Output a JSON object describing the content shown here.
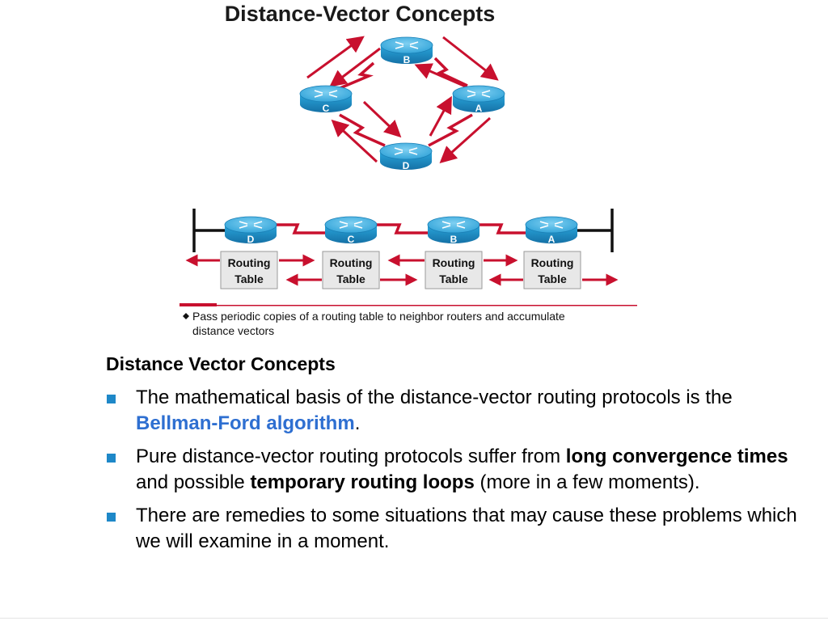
{
  "figure": {
    "title": "Distance-Vector Concepts",
    "mesh_routers": [
      "B",
      "C",
      "A",
      "D"
    ],
    "chain_routers": [
      "D",
      "C",
      "B",
      "A"
    ],
    "routing_table_line1": "Routing",
    "routing_table_line2": "Table",
    "caption_line1": "Pass periodic copies of a routing table to neighbor routers and accumulate",
    "caption_line2": "distance vectors"
  },
  "notes": {
    "heading": "Distance Vector Concepts",
    "bullet1": {
      "text_a": "The mathematical basis of the distance-vector routing protocols is the ",
      "highlight": "Bellman-Ford algorithm",
      "text_b": "."
    },
    "bullet2": {
      "text_a": "Pure distance-vector routing protocols suffer from ",
      "bold1": "long convergence times",
      "text_b": " and possible ",
      "bold2": "temporary routing loops",
      "text_c": " (more in a few moments)."
    },
    "bullet3": {
      "text": "There are remedies to some situations that may cause these problems which we will examine in a moment."
    }
  },
  "colors": {
    "accent_red": "#c8102e",
    "router_blue": "#1f8fc8",
    "highlight_blue": "#2e6fd1",
    "bullet_blue": "#1e88c8"
  }
}
